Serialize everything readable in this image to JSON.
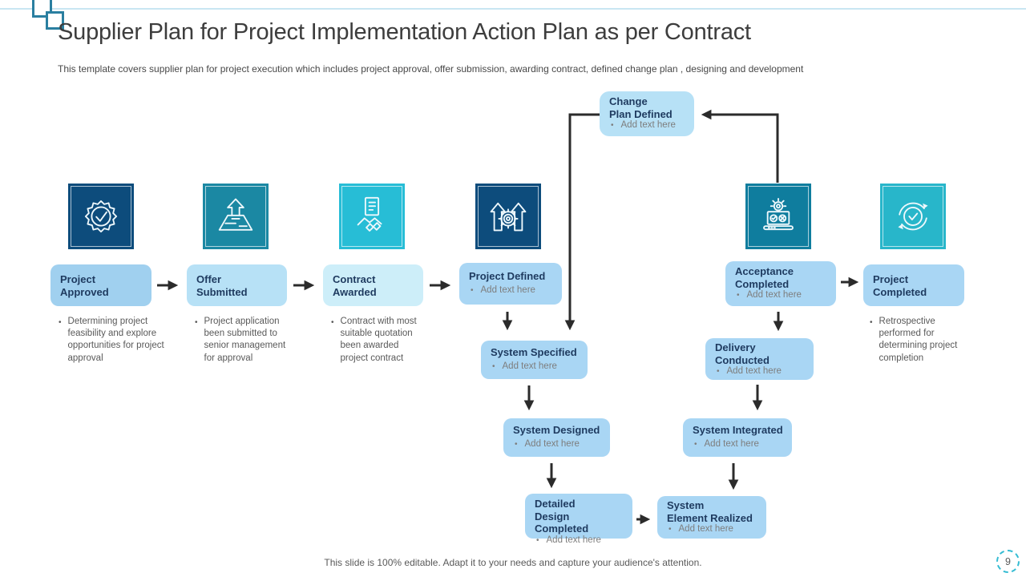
{
  "slide": {
    "title": "Supplier Plan for Project Implementation Action Plan as per Contract",
    "subtitle": "This template covers supplier plan for project execution which includes project approval, offer submission, awarding contract, defined change plan , designing and development",
    "footer": "This slide is 100% editable. Adapt it to your needs and capture your audience's attention.",
    "page_number": "9"
  },
  "colors": {
    "accent_navy": "#0d4c7c",
    "accent_teal": "#1b88a3",
    "accent_cyan": "#27bdd6",
    "accent_teal_dark": "#0f7d9e",
    "accent_cyan_light": "#28b6ca",
    "arrow": "#2b2b2b",
    "stage_box_1": "#a0d0ef",
    "stage_box_2": "#b7e1f6",
    "stage_box_3": "#cdeef9",
    "flow_box": "#a9d6f4",
    "text_navy": "#1e3a5f",
    "text_gray": "#595959"
  },
  "stages": [
    {
      "id": "project-approved",
      "icon": "seal-check-icon",
      "line1": "Project",
      "line2": "Approved",
      "description": "Determining project feasibility and explore opportunities for project approval"
    },
    {
      "id": "offer-submitted",
      "icon": "submit-upload-icon",
      "line1": "Offer",
      "line2": "Submitted",
      "description": "Project application been submitted to senior management for approval"
    },
    {
      "id": "contract-awarded",
      "icon": "contract-handshake-icon",
      "line1": "Contract",
      "line2": "Awarded",
      "description": "Contract with most suitable quotation been awarded project contract"
    },
    {
      "id": "project-defined",
      "icon": "gear-arrows-icon",
      "line1": "Project Defined",
      "add_text": "Add text here"
    },
    {
      "id": "acceptance-completed",
      "icon": "laptop-approval-icon",
      "line1": "Acceptance",
      "line2": "Completed",
      "add_text": "Add text here"
    },
    {
      "id": "project-completed",
      "icon": "refresh-check-icon",
      "line1": "Project",
      "line2": "Completed",
      "description": "Retrospective performed for determining project completion"
    }
  ],
  "flow_boxes": [
    {
      "id": "change-plan-defined",
      "line1": "Change",
      "line2": "Plan Defined",
      "add_text": "Add text here"
    },
    {
      "id": "system-specified",
      "line1": "System Specified",
      "add_text": "Add text here"
    },
    {
      "id": "delivery-conducted",
      "line1": "Delivery",
      "line2": "Conducted",
      "add_text": "Add text here"
    },
    {
      "id": "system-designed",
      "line1": "System Designed",
      "add_text": "Add text here"
    },
    {
      "id": "system-integrated",
      "line1": "System Integrated",
      "add_text": "Add text here"
    },
    {
      "id": "detailed-design-completed",
      "line1": "Detailed",
      "line2": "Design Completed",
      "add_text": "Add text here"
    },
    {
      "id": "system-element-realized",
      "line1": "System",
      "line2": "Element Realized",
      "add_text": "Add text here"
    }
  ]
}
